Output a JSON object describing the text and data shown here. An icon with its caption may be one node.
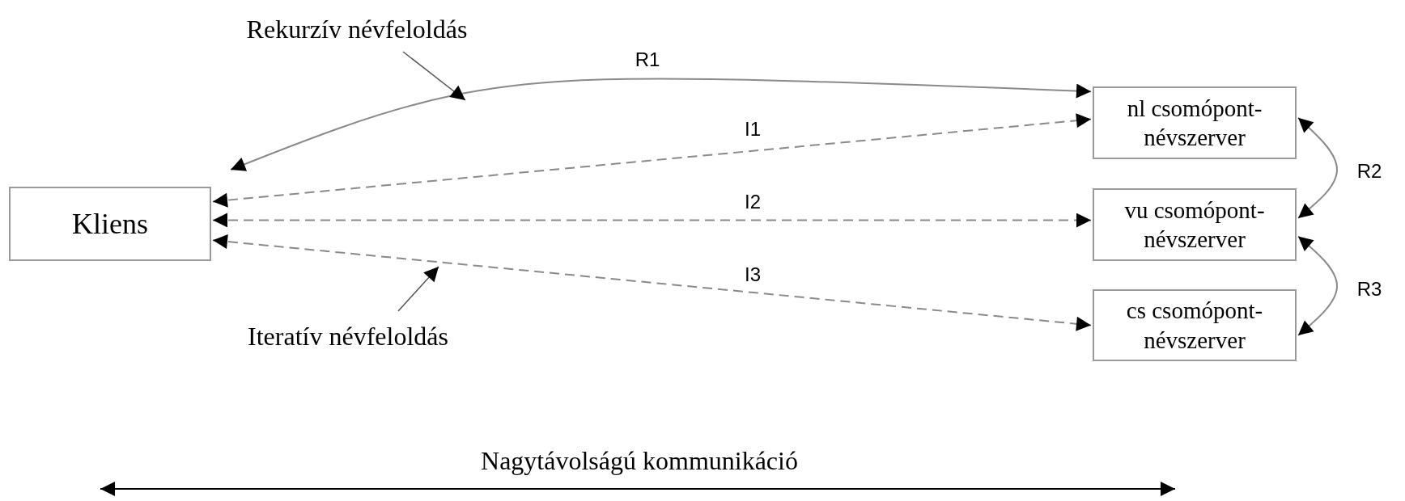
{
  "diagram": {
    "nodes": [
      {
        "text": [
          "Rekurzív névfeloldás"
        ]
      },
      {
        "text": [
          "nl csomópont- névszerver"
        ]
      },
      {
        "text": [
          "Kliens"
        ]
      },
      {
        "text": [
          "vu csomópont- névszerver"
        ]
      },
      {
        "text": [
          "cs csomópont- névszerver"
        ]
      },
      {
        "text": [
          "Iteratív névfeloldás"
        ]
      }
    ],
    "edges": [
      {
        "from": 2,
        "to": 1,
        "arrow": "both",
        "label": "R1"
      },
      {
        "from": 2,
        "to": 1,
        "arrow": "both",
        "label": "I1",
        "style": "dashed"
      },
      {
        "from": 2,
        "to": 3,
        "arrow": "both",
        "label": "I2",
        "style": "dashed"
      },
      {
        "from": 2,
        "to": 4,
        "arrow": "both",
        "label": "I3",
        "style": "dashed"
      },
      {
        "from": 1,
        "to": 3,
        "arrow": "both",
        "label": "R2"
      },
      {
        "from": 3,
        "to": 4,
        "arrow": "both",
        "label": "R3"
      },
      {
        "from": 0,
        "to": null,
        "arrow": "to"
      },
      {
        "from": 5,
        "to": null,
        "arrow": "to"
      }
    ],
    "labels": [
      "Nagytávolságú kommunikáció"
    ]
  }
}
